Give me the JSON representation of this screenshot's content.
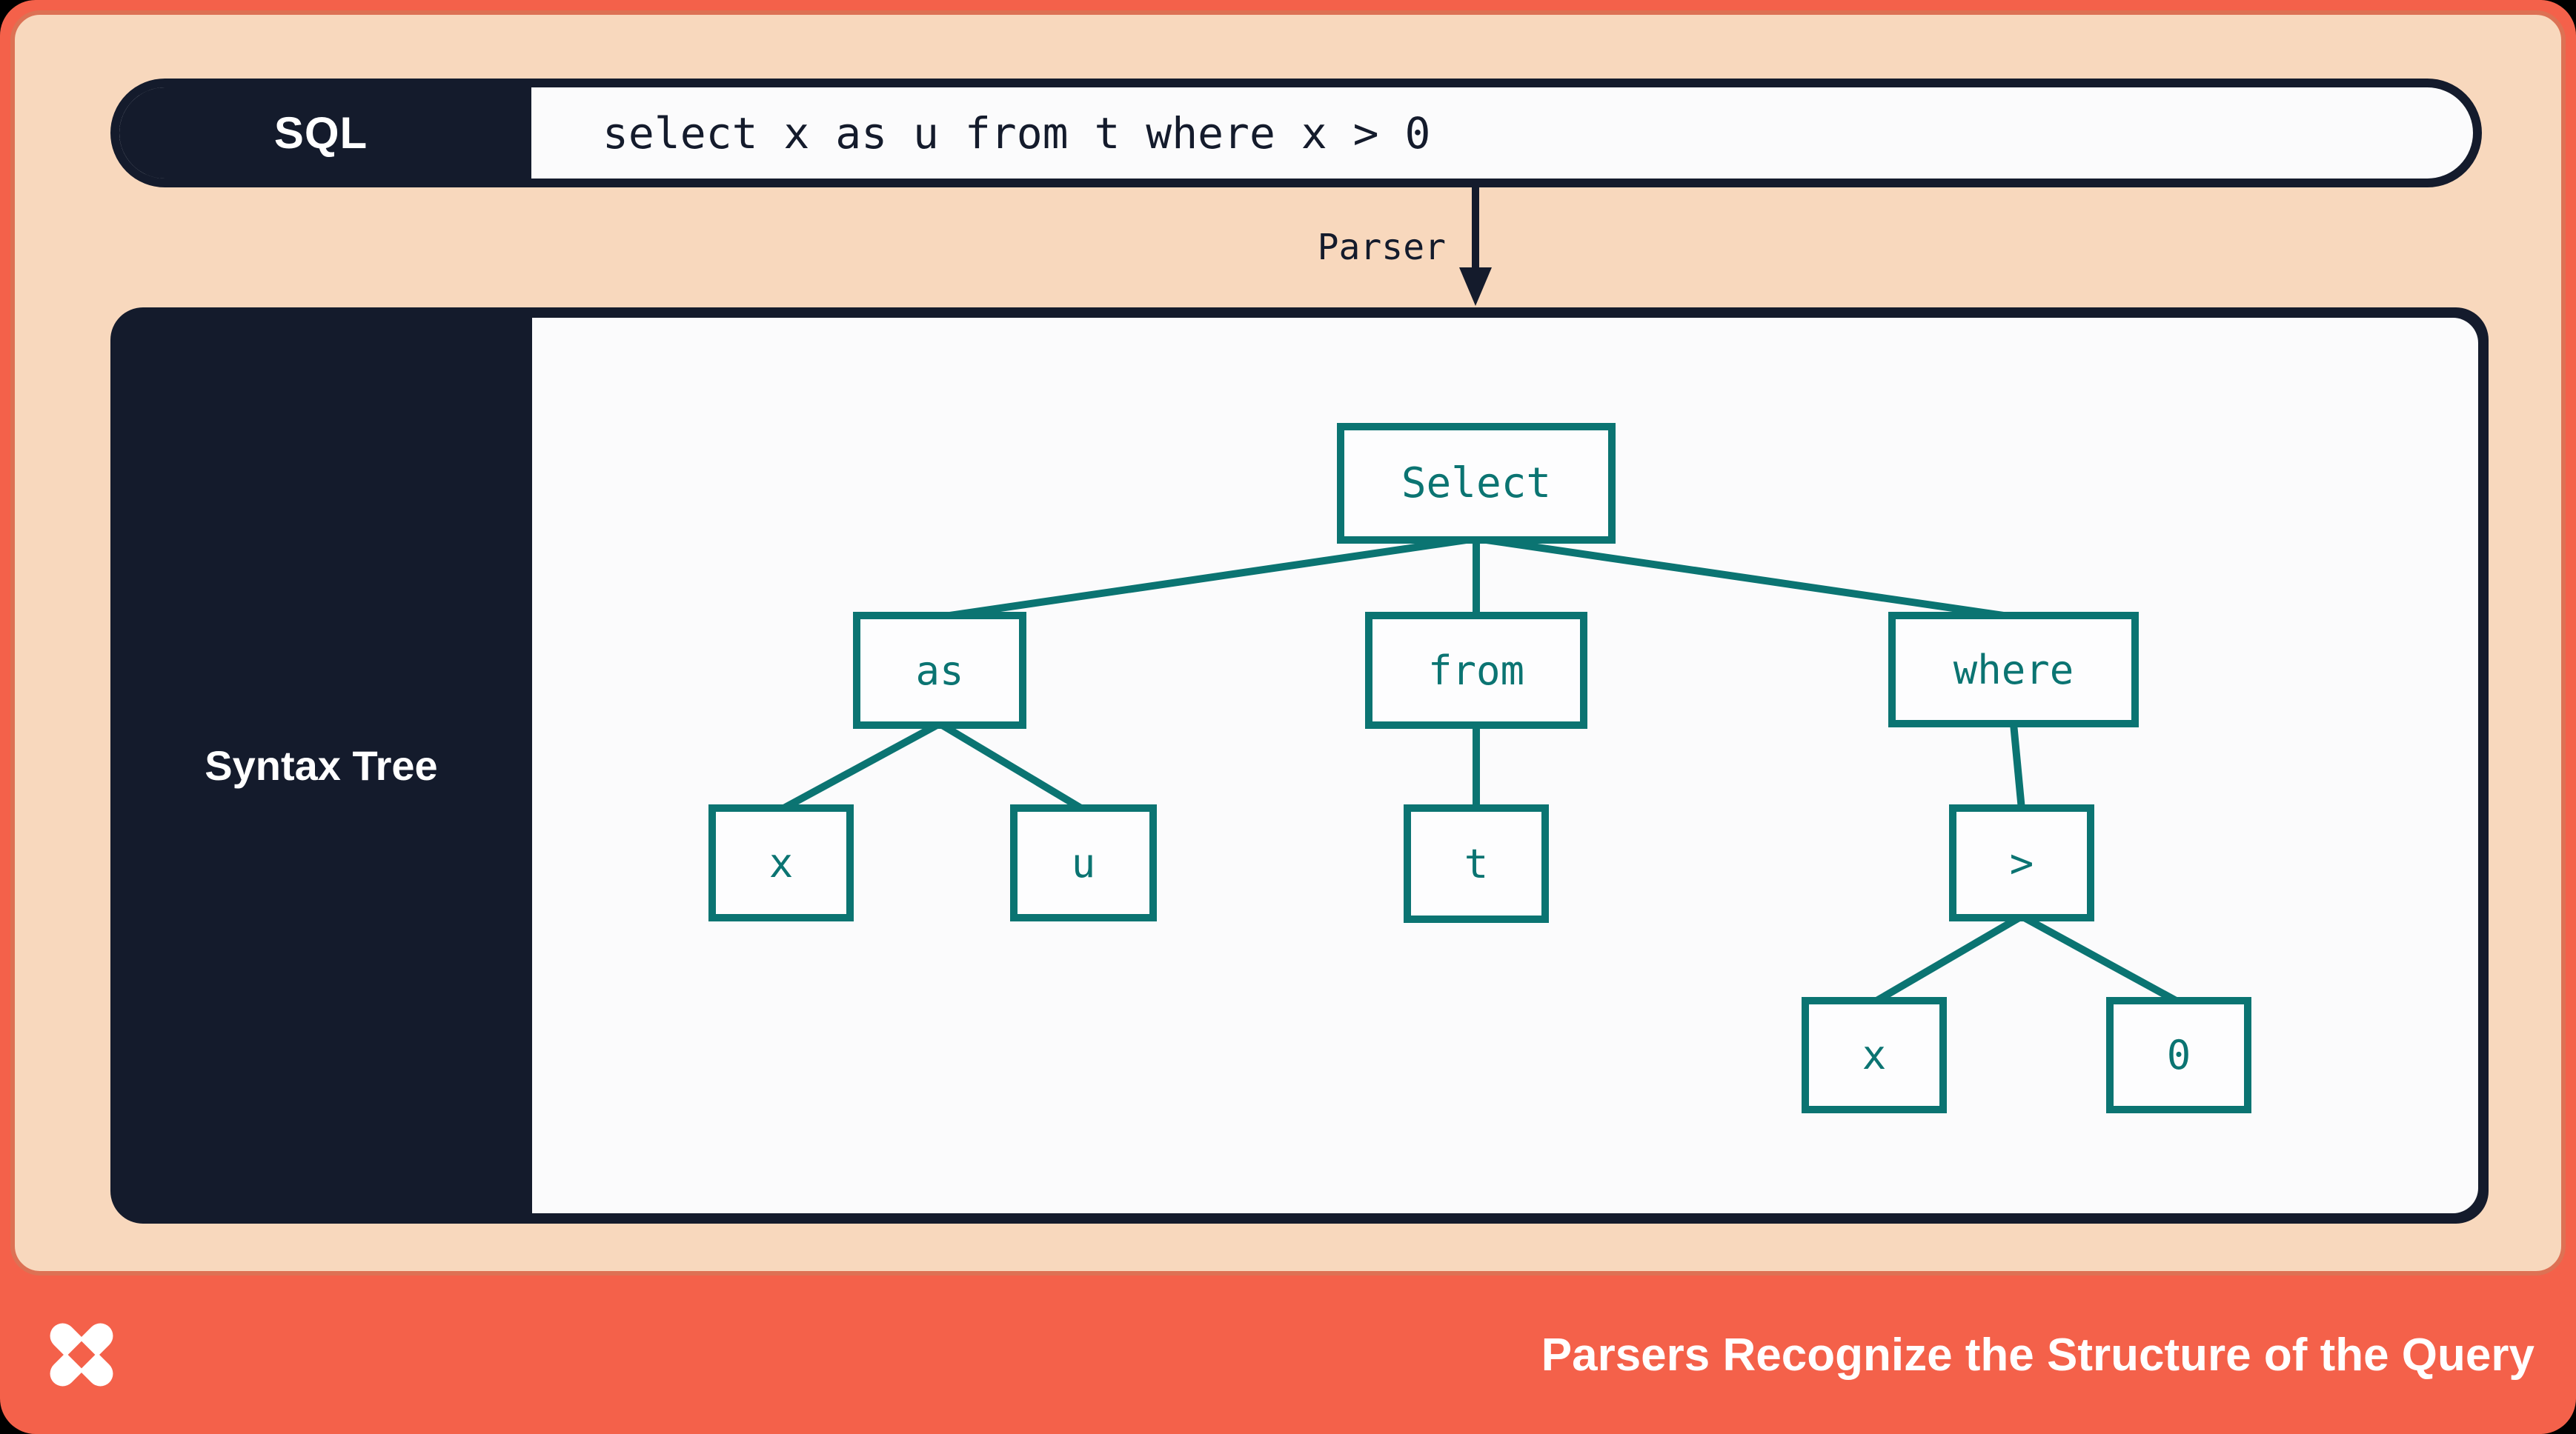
{
  "colors": {
    "frame_orange": "#f4614a",
    "panel_peach": "#f8d8bd",
    "panel_edge": "#dd7154",
    "ink_navy": "#141b2c",
    "node_teal": "#0b7472",
    "surface_white": "#fbfbfc"
  },
  "sql_bar": {
    "label": "SQL",
    "query": "select x as u from t where x > 0"
  },
  "parser": {
    "label": "Parser"
  },
  "tree_panel": {
    "label": "Syntax Tree"
  },
  "tree": {
    "nodes": [
      {
        "id": "select",
        "label": "Select"
      },
      {
        "id": "as",
        "label": "as"
      },
      {
        "id": "from",
        "label": "from"
      },
      {
        "id": "where",
        "label": "where"
      },
      {
        "id": "x1",
        "label": "x"
      },
      {
        "id": "u",
        "label": "u"
      },
      {
        "id": "t",
        "label": "t"
      },
      {
        "id": "gt",
        "label": ">"
      },
      {
        "id": "x2",
        "label": "x"
      },
      {
        "id": "zero",
        "label": "0"
      }
    ],
    "edges": [
      [
        "Select",
        "as"
      ],
      [
        "Select",
        "from"
      ],
      [
        "Select",
        "where"
      ],
      [
        "as",
        "x"
      ],
      [
        "as",
        "u"
      ],
      [
        "from",
        "t"
      ],
      [
        "where",
        ">"
      ],
      [
        ">",
        "x"
      ],
      [
        ">",
        "0"
      ]
    ]
  },
  "footer": {
    "logo": "x-star-logo",
    "title": "Parsers Recognize the Structure of the Query"
  }
}
